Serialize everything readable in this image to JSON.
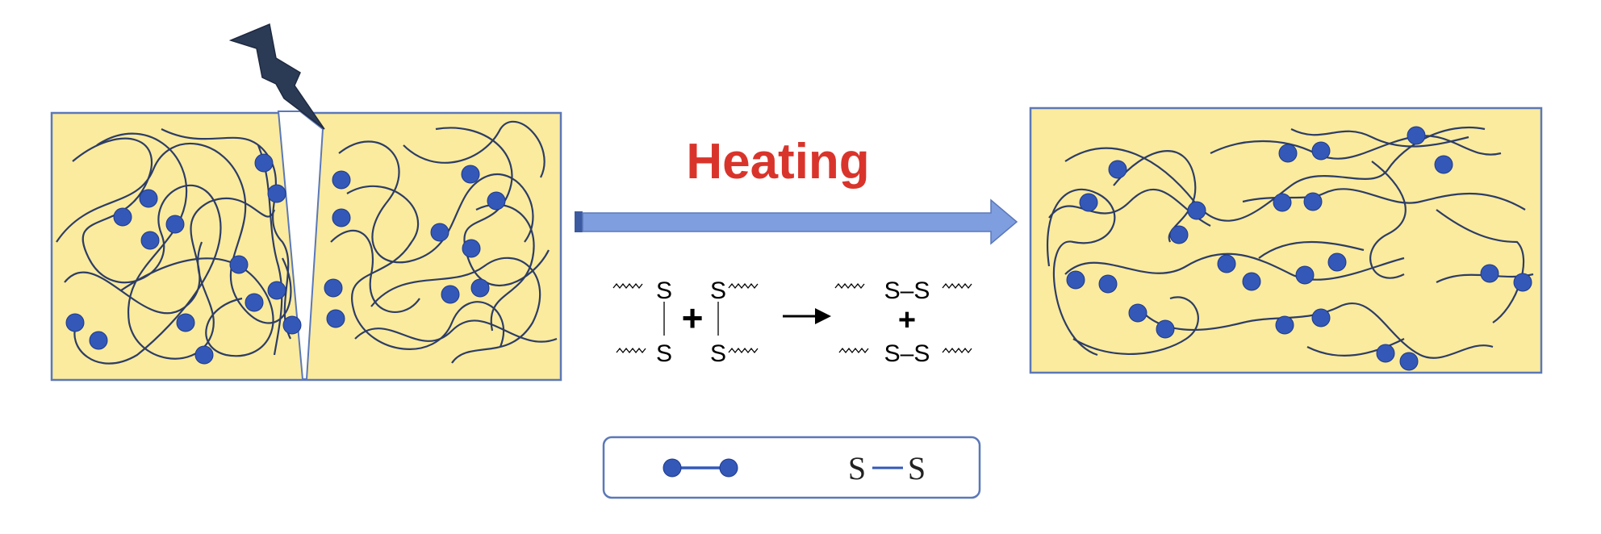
{
  "heating_label": "Heating",
  "reaction": {
    "s": "S",
    "plus": "+",
    "product_pair": "S–S"
  },
  "legend": {
    "bond_label": "S",
    "bond_label_right": "S"
  },
  "colors": {
    "panel_fill": "#fbeb9e",
    "panel_stroke": "#5b78b8",
    "chain": "#2d3d66",
    "node": "#3358b8",
    "arrow": "#7f9ee0",
    "heating_text": "#d9342b",
    "lightning": "#2b3a55"
  },
  "icons": [
    "lightning-bolt-icon",
    "right-arrow-icon",
    "dumbbell-crosslink-icon"
  ]
}
